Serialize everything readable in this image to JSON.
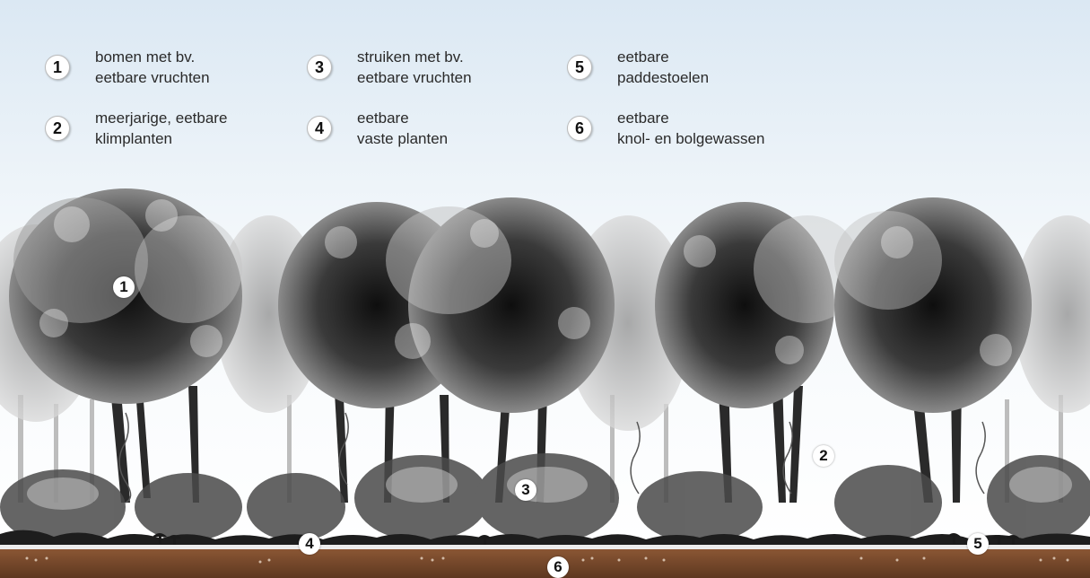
{
  "legend": {
    "items": [
      {
        "number": "1",
        "line1": "bomen met bv.",
        "line2": "eetbare vruchten"
      },
      {
        "number": "2",
        "line1": "meerjarige, eetbare",
        "line2": "klimplanten"
      },
      {
        "number": "3",
        "line1": "struiken met bv.",
        "line2": "eetbare vruchten"
      },
      {
        "number": "4",
        "line1": "eetbare",
        "line2": "vaste planten"
      },
      {
        "number": "5",
        "line1": "eetbare",
        "line2": "paddestoelen"
      },
      {
        "number": "6",
        "line1": "eetbare",
        "line2": "knol- en bolgewassen"
      }
    ]
  },
  "markers": {
    "trees": "1",
    "climbers": "2",
    "shrubs": "3",
    "perennials": "4",
    "mushrooms": "5",
    "tubers": "6"
  },
  "colors": {
    "sky_top": "#dde9f3",
    "sky_bottom": "#ffffff",
    "foliage_dark": "#1e1e1e",
    "foliage_mid": "#6f6f6f",
    "foliage_light": "#bdbdbd",
    "soil": "#7a4a2a",
    "soil_dark": "#5e3820"
  }
}
